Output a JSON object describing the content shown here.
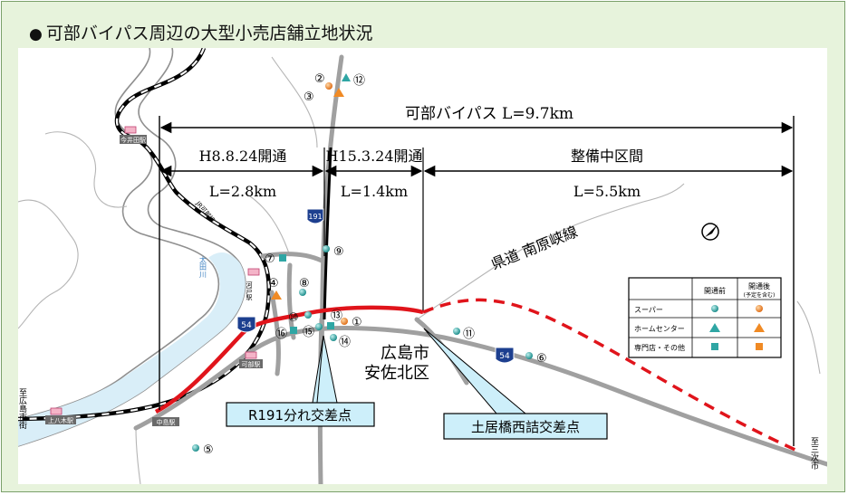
{
  "title": "可部バイパス周辺の大型小売店舗立地状況",
  "overall": {
    "label": "可部バイパス L=9.7km"
  },
  "sections": [
    {
      "period": "H8.8.24開通",
      "length": "L=2.8km"
    },
    {
      "period": "H15.3.24開通",
      "length": "L=1.4km"
    },
    {
      "period": "整備中区間",
      "length": "L=5.5km"
    }
  ],
  "route_shields": {
    "r191": "191",
    "r54a": "54",
    "r54b": "54"
  },
  "labels": {
    "prefectural_road": "県道 南原峡線",
    "city": "広島市",
    "ward": "安佐北区",
    "to_west": "至広島市街",
    "to_east": "至三次市"
  },
  "callouts": {
    "r191_split": "R191分れ交差点",
    "doihashi": "土居橋西詰交差点"
  },
  "stations": {
    "imaida": "今井田駅",
    "kabe": "可部駅",
    "kawachi": "河戸駅",
    "kamiyagi": "上八木駅",
    "nakashima": "中島駅"
  },
  "rail_line": "JR可部線",
  "river": "太田川",
  "legend": {
    "col_before": "開通前",
    "col_after": "開通後",
    "col_after_note": "(予定を含む)",
    "rows": [
      "スーパー",
      "ホームセンター",
      "専門店・その他"
    ],
    "colors": {
      "before": "#3aa8a6",
      "after": "#f08a24"
    }
  },
  "stores": [
    "①",
    "②",
    "③",
    "④",
    "⑤",
    "⑥",
    "⑦",
    "⑧",
    "⑨",
    "⑩",
    "⑪",
    "⑫",
    "⑬",
    "⑭",
    "⑮",
    "⑯"
  ],
  "colors": {
    "open_road": "#e0141b",
    "planned_road": "#e0141b",
    "road": "#9a9a9a",
    "callout": "#cdeffa"
  }
}
